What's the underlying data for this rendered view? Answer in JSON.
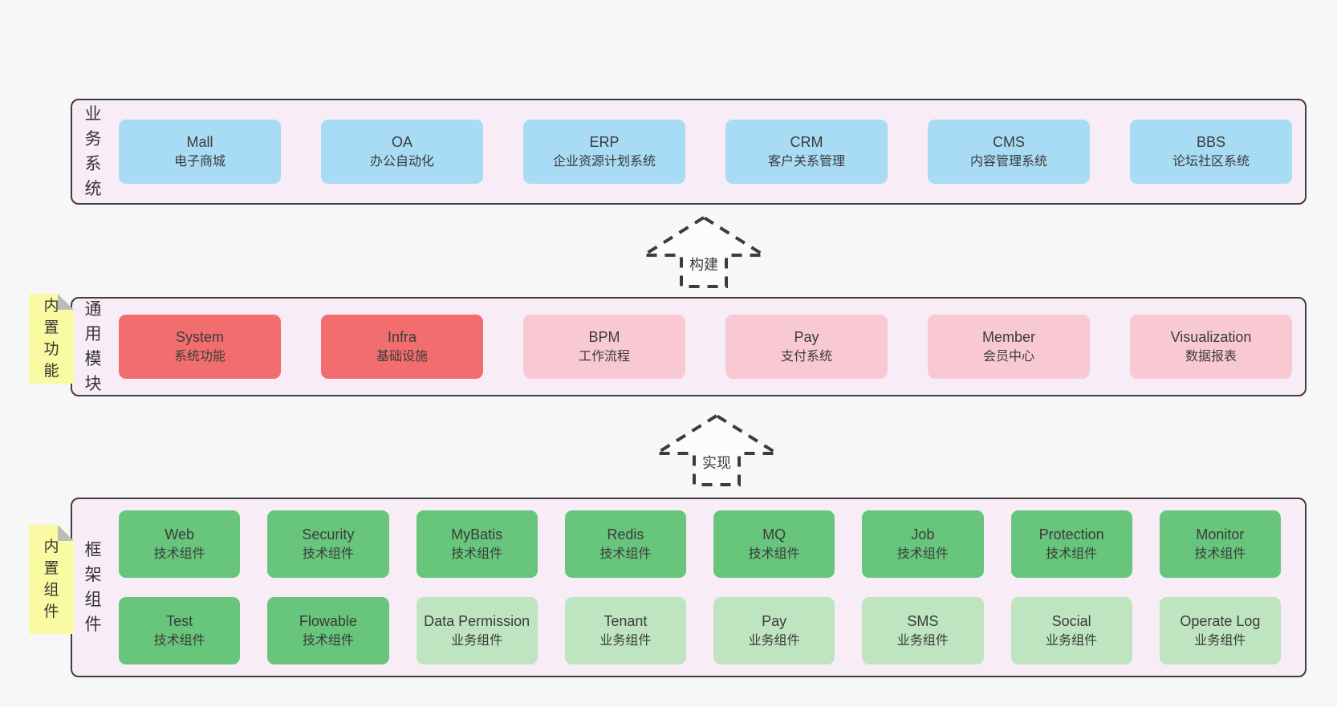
{
  "page": {
    "background": "#f7f7f7",
    "band_background": "#f8edf6",
    "band_border": "#3e3e3e"
  },
  "colors": {
    "blue": "#a8dbf4",
    "red": "#f26e6e",
    "pink": "#f9c9d3",
    "green": "#67c67b",
    "lightgreen": "#bee5bf",
    "note_yellow": "#fafaa2",
    "note_fold_gray": "#bcbcbc",
    "text": "#3b3b3b"
  },
  "bands": [
    {
      "id": "business-systems",
      "label": "业务系统",
      "note": null,
      "boxes": [
        {
          "title": "Mall",
          "subtitle": "电子商城",
          "variant": "blue"
        },
        {
          "title": "OA",
          "subtitle": "办公自动化",
          "variant": "blue"
        },
        {
          "title": "ERP",
          "subtitle": "企业资源计划系统",
          "variant": "blue"
        },
        {
          "title": "CRM",
          "subtitle": "客户关系管理",
          "variant": "blue"
        },
        {
          "title": "CMS",
          "subtitle": "内容管理系统",
          "variant": "blue"
        },
        {
          "title": "BBS",
          "subtitle": "论坛社区系统",
          "variant": "blue"
        }
      ]
    },
    {
      "id": "common-modules",
      "label": "通用模块",
      "note": "内置功能",
      "boxes": [
        {
          "title": "System",
          "subtitle": "系统功能",
          "variant": "red"
        },
        {
          "title": "Infra",
          "subtitle": "基础设施",
          "variant": "red"
        },
        {
          "title": "BPM",
          "subtitle": "工作流程",
          "variant": "pink"
        },
        {
          "title": "Pay",
          "subtitle": "支付系统",
          "variant": "pink"
        },
        {
          "title": "Member",
          "subtitle": "会员中心",
          "variant": "pink"
        },
        {
          "title": "Visualization",
          "subtitle": "数据报表",
          "variant": "pink"
        }
      ]
    },
    {
      "id": "framework-components",
      "label": "框架组件",
      "note": "内置组件",
      "boxes": [
        {
          "title": "Web",
          "subtitle": "技术组件",
          "variant": "green"
        },
        {
          "title": "Security",
          "subtitle": "技术组件",
          "variant": "green"
        },
        {
          "title": "MyBatis",
          "subtitle": "技术组件",
          "variant": "green"
        },
        {
          "title": "Redis",
          "subtitle": "技术组件",
          "variant": "green"
        },
        {
          "title": "MQ",
          "subtitle": "技术组件",
          "variant": "green"
        },
        {
          "title": "Job",
          "subtitle": "技术组件",
          "variant": "green"
        },
        {
          "title": "Protection",
          "subtitle": "技术组件",
          "variant": "green"
        },
        {
          "title": "Monitor",
          "subtitle": "技术组件",
          "variant": "green"
        },
        {
          "title": "Test",
          "subtitle": "技术组件",
          "variant": "green"
        },
        {
          "title": "Flowable",
          "subtitle": "技术组件",
          "variant": "green"
        },
        {
          "title": "Data Permission",
          "subtitle": "业务组件",
          "variant": "lightgreen"
        },
        {
          "title": "Tenant",
          "subtitle": "业务组件",
          "variant": "lightgreen"
        },
        {
          "title": "Pay",
          "subtitle": "业务组件",
          "variant": "lightgreen"
        },
        {
          "title": "SMS",
          "subtitle": "业务组件",
          "variant": "lightgreen"
        },
        {
          "title": "Social",
          "subtitle": "业务组件",
          "variant": "lightgreen"
        },
        {
          "title": "Operate Log",
          "subtitle": "业务组件",
          "variant": "lightgreen"
        }
      ]
    }
  ],
  "arrows": [
    {
      "label": "构建"
    },
    {
      "label": "实现"
    }
  ]
}
